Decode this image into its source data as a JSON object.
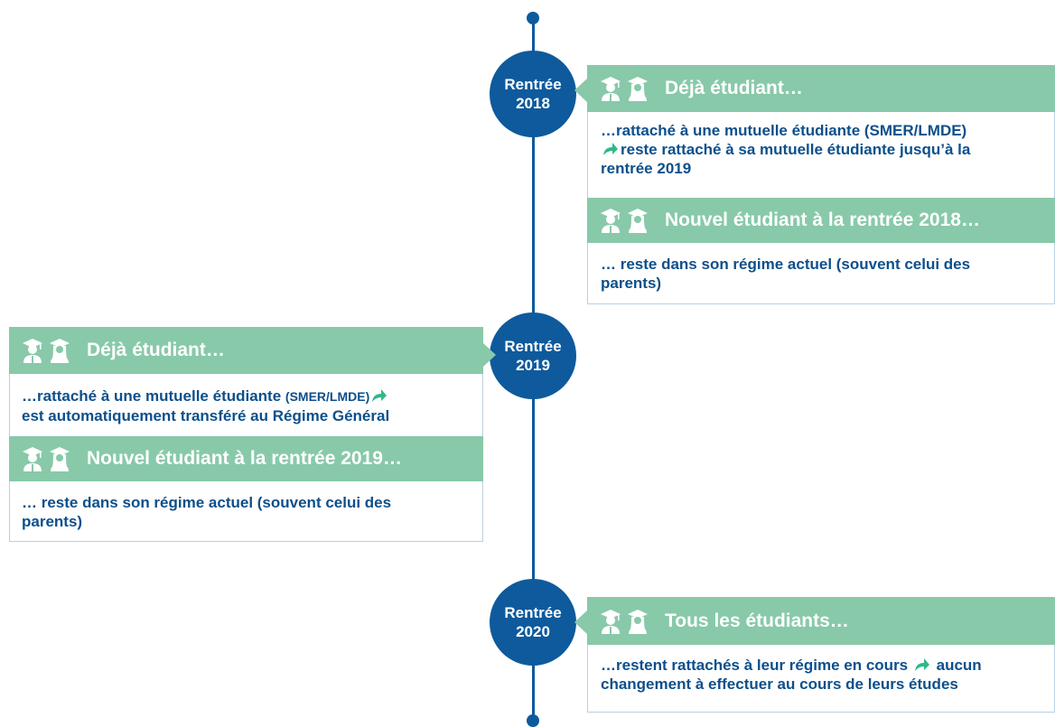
{
  "colors": {
    "primary_blue": "#0e5a9c",
    "band_green": "#88c9a9",
    "text_blue": "#0d4f8b",
    "arrow_green": "#2fb88a"
  },
  "milestones": [
    {
      "label_line1": "Rentrée",
      "label_line2": "2018"
    },
    {
      "label_line1": "Rentrée",
      "label_line2": "2019"
    },
    {
      "label_line1": "Rentrée",
      "label_line2": "2020"
    }
  ],
  "card_2018": {
    "header1": "Déjà étudiant…",
    "text1_line1": "…rattaché à une mutuelle étudiante (SMER/LMDE)",
    "text1_line2": "reste rattaché à sa mutuelle étudiante jusqu’à la",
    "text1_line3": "rentrée 2019",
    "header2": "Nouvel étudiant à la rentrée 2018…",
    "text2_line1": "… reste dans son régime actuel (souvent celui des",
    "text2_line2": "parents)"
  },
  "card_2019": {
    "header1": "Déjà étudiant…",
    "text1_part1": "…rattaché à une mutuelle étudiante",
    "text1_small": "(SMER/LMDE)",
    "text1_line2": "est automatiquement transféré au Régime Général",
    "header2": "Nouvel étudiant à la rentrée 2019…",
    "text2_line1": "… reste dans son régime actuel (souvent celui des",
    "text2_line2": "parents)"
  },
  "card_2020": {
    "header1": "Tous les étudiants…",
    "text1_part1": "…restent rattachés à leur régime en cours",
    "text1_part2": "aucun",
    "text1_line2": "changement à effectuer au cours de leurs études"
  },
  "icons": [
    "student-male-icon",
    "student-female-icon",
    "arrow-right-icon"
  ]
}
